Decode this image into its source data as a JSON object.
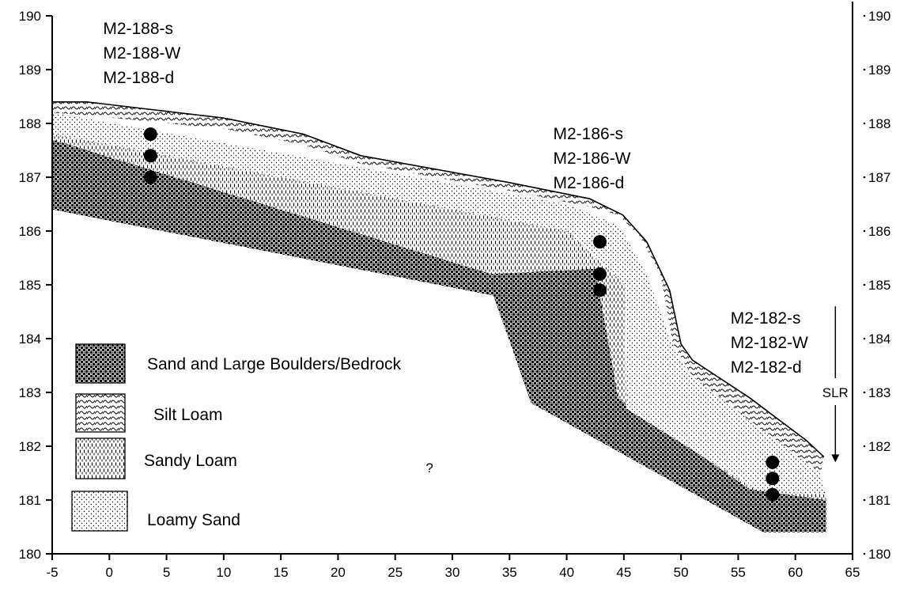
{
  "chart_data": {
    "type": "cross-section",
    "xlim": [
      -5,
      65
    ],
    "ylim": [
      180,
      190
    ],
    "x_ticks": [
      "-5",
      "0",
      "5",
      "10",
      "15",
      "20",
      "25",
      "30",
      "35",
      "40",
      "45",
      "50",
      "55",
      "60",
      "65"
    ],
    "y_ticks_left": [
      "190",
      "189",
      "188",
      "187",
      "186",
      "185",
      "184",
      "183",
      "182",
      "181",
      "180"
    ],
    "y_ticks_right": [
      "190",
      "189",
      "188",
      "187",
      "186",
      "185",
      "184",
      "183",
      "182",
      "181",
      "180"
    ],
    "layers": [
      {
        "id": "bedrock",
        "name": "Sand and Large Boulders/Bedrock",
        "pattern": "checker",
        "polygon": [
          [
            -5,
            187.7
          ],
          [
            33.4,
            185.2
          ],
          [
            42.5,
            185.3
          ],
          [
            44.5,
            182.9
          ],
          [
            56,
            181.2
          ],
          [
            62.7,
            181.0
          ],
          [
            62.7,
            180.4
          ],
          [
            57.2,
            180.4
          ],
          [
            36.9,
            182.8
          ],
          [
            33.6,
            184.8
          ],
          [
            -5,
            186.4
          ]
        ]
      },
      {
        "id": "sandy-loam",
        "name": "Sandy Loam",
        "pattern": "vertical-dash",
        "polygon": [
          [
            -5,
            188.2
          ],
          [
            40,
            186.5
          ],
          [
            44.6,
            186.1
          ],
          [
            47,
            185.2
          ],
          [
            49,
            184.0
          ],
          [
            50.5,
            183.4
          ],
          [
            62,
            181.6
          ],
          [
            62.7,
            181.0
          ],
          [
            56,
            181.2
          ],
          [
            44.5,
            182.9
          ],
          [
            42.5,
            185.3
          ],
          [
            33.4,
            185.2
          ],
          [
            -5,
            187.7
          ]
        ]
      },
      {
        "id": "loamy-sand",
        "name": "Loamy Sand",
        "pattern": "dots",
        "polygon": [
          [
            -5,
            188.2
          ],
          [
            40,
            186.5
          ],
          [
            44.6,
            186.1
          ],
          [
            47,
            185.2
          ],
          [
            49,
            184.0
          ],
          [
            50.5,
            183.4
          ],
          [
            62,
            181.6
          ],
          [
            62.7,
            181.1
          ],
          [
            56.5,
            181.2
          ],
          [
            45.2,
            182.7
          ],
          [
            45.1,
            185.0
          ],
          [
            40,
            186.0
          ],
          [
            -5,
            187.8
          ]
        ]
      },
      {
        "id": "silt-loam",
        "name": "Silt Loam",
        "pattern": "wavy",
        "polygon": [
          [
            -5,
            188.4
          ],
          [
            -2,
            188.4
          ],
          [
            10,
            188.1
          ],
          [
            17,
            187.8
          ],
          [
            22,
            187.4
          ],
          [
            35,
            186.9
          ],
          [
            42,
            186.6
          ],
          [
            44.9,
            186.3
          ],
          [
            47,
            185.8
          ],
          [
            49,
            184.9
          ],
          [
            50,
            183.9
          ],
          [
            51,
            183.6
          ],
          [
            56,
            182.9
          ],
          [
            61,
            182.1
          ],
          [
            62.5,
            181.8
          ],
          [
            62.2,
            181.5
          ],
          [
            56.5,
            182.4
          ],
          [
            51,
            183.3
          ],
          [
            49.3,
            183.9
          ],
          [
            48.2,
            185.2
          ],
          [
            46.4,
            185.9
          ],
          [
            44.5,
            186.3
          ],
          [
            42,
            186.45
          ],
          [
            35,
            186.75
          ],
          [
            22,
            187.25
          ],
          [
            17,
            187.6
          ],
          [
            10,
            187.9
          ],
          [
            -2,
            188.15
          ],
          [
            -5,
            188.2
          ]
        ]
      }
    ],
    "ground_surface": [
      [
        -5,
        188.4
      ],
      [
        -2,
        188.4
      ],
      [
        10,
        188.1
      ],
      [
        17,
        187.8
      ],
      [
        22,
        187.4
      ],
      [
        35,
        186.9
      ],
      [
        42,
        186.6
      ],
      [
        44.9,
        186.3
      ],
      [
        47,
        185.8
      ],
      [
        49,
        184.9
      ],
      [
        50,
        183.9
      ],
      [
        51,
        183.6
      ],
      [
        56,
        182.9
      ],
      [
        61,
        182.1
      ],
      [
        62.5,
        181.8
      ]
    ],
    "wells": [
      {
        "x": 3.6,
        "depths": [
          187.8,
          187.4,
          187.0
        ],
        "labels": [
          "M2-188-s",
          "M2-188-W",
          "M2-188-d"
        ]
      },
      {
        "x": 42.9,
        "depths": [
          185.8,
          185.2,
          184.9
        ],
        "labels": [
          "M2-186-s",
          "M2-186-W",
          "M2-186-d"
        ]
      },
      {
        "x": 58.0,
        "depths": [
          181.7,
          181.4,
          181.1
        ],
        "labels": [
          "M2-182-s",
          "M2-182-W",
          "M2-182-d"
        ]
      }
    ],
    "legend": [
      {
        "pattern": "checker",
        "label": "Sand and Large Boulders/Bedrock"
      },
      {
        "pattern": "wavy",
        "label": "Silt Loam"
      },
      {
        "pattern": "vertical-dash",
        "label": "Sandy Loam"
      },
      {
        "pattern": "dots",
        "label": "Loamy Sand"
      }
    ],
    "annotations": [
      {
        "text": "SLR",
        "x": 63.5,
        "y": 183.0,
        "arrow_from": 184.6,
        "arrow_to": 181.7
      },
      {
        "text": "?",
        "x": 28,
        "y": 181.6
      }
    ]
  }
}
